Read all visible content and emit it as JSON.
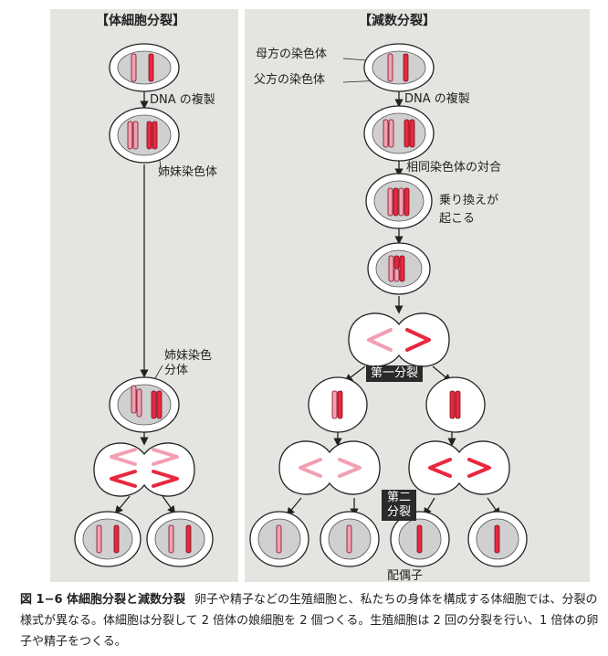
{
  "left": {
    "title": "【体細胞分裂】",
    "labels": {
      "dna_replication": "DNA の複製",
      "sister_chromatids": "姉妹染色体",
      "sister_chromatids_separate": "姉妹染色分体"
    }
  },
  "right": {
    "title": "【減数分裂】",
    "labels": {
      "maternal_chromosome": "母方の染色体",
      "paternal_chromosome": "父方の染色体",
      "dna_replication": "DNA の複製",
      "homolog_pairing": "相同染色体の対合",
      "crossing_over": "乗り換えが起こる",
      "first_division": "第一分裂",
      "second_division": "第二分裂",
      "gametes": "配偶子"
    }
  },
  "caption": {
    "figure_title": "図 1−6 体細胞分裂と減数分裂",
    "text": "卵子や精子などの生殖細胞と、私たちの身体を構成する体細胞では、分裂の様式が異なる。体細胞は分裂して 2 倍体の娘細胞を 2 個つくる。生殖細胞は 2 回の分裂を行い、1 倍体の卵子や精子をつくる。"
  },
  "colors": {
    "panel_background": "#e4e4e1",
    "cell_fill": "#ffffff",
    "nucleus_fill": "#d0d0d0",
    "maternal_chromosome": "#f2a0b3",
    "paternal_chromosome": "#e8283e",
    "arrow": "#222222"
  }
}
